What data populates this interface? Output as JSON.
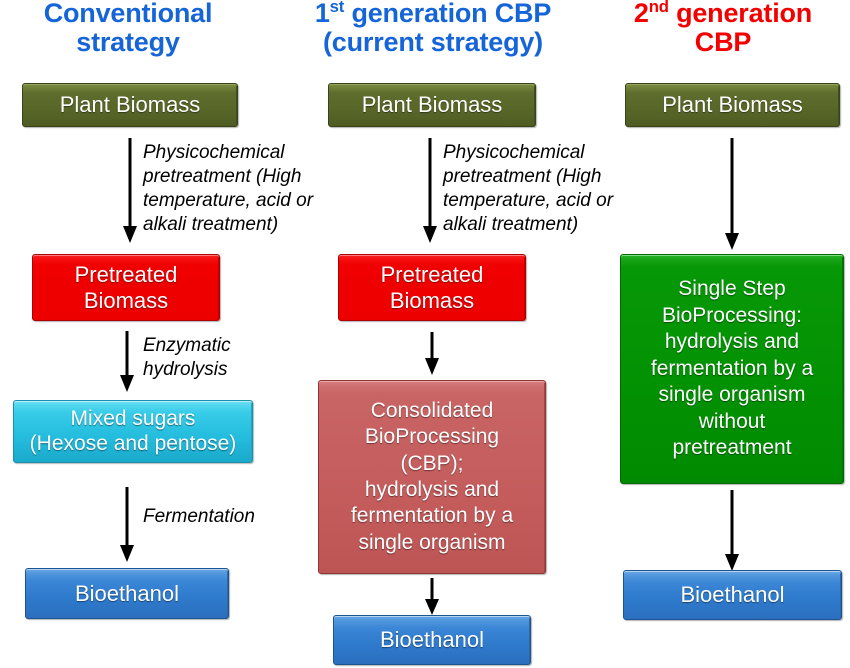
{
  "columns": [
    {
      "id": "conventional",
      "title_line1": "Conventional",
      "title_line2": "strategy",
      "title_color": "#1565d8",
      "steps": [
        {
          "name": "plant-biomass",
          "label": "Plant Biomass",
          "color": "#586728"
        },
        {
          "name": "pretreated-biomass",
          "label_line1": "Pretreated",
          "label_line2": "Biomass",
          "color": "#ed0000"
        },
        {
          "name": "mixed-sugars",
          "label_line1": "Mixed sugars",
          "label_line2": "(Hexose and pentose)",
          "color": "#24bcdd"
        },
        {
          "name": "bioethanol",
          "label": "Bioethanol",
          "color": "#2f7bcd"
        }
      ],
      "arrow_labels": [
        "Physicochemical\npretreatment (High\ntemperature, acid or\nalkali treatment)",
        "Enzymatic\nhydrolysis",
        "Fermentation"
      ]
    },
    {
      "id": "first-generation-cbp",
      "title_main": "1",
      "title_sup": "st",
      "title_rest": " generation CBP",
      "title_line2": "(current strategy)",
      "title_color": "#1565d8",
      "steps": [
        {
          "name": "plant-biomass",
          "label": "Plant Biomass",
          "color": "#586728"
        },
        {
          "name": "pretreated-biomass",
          "label_line1": "Pretreated",
          "label_line2": "Biomass",
          "color": "#ed0000"
        },
        {
          "name": "consolidated-bioprocessing",
          "lines": [
            "Consolidated",
            "BioProcessing",
            "(CBP);",
            "hydrolysis and",
            "fermentation by a",
            "single organism"
          ],
          "color": "#c45c5c"
        },
        {
          "name": "bioethanol",
          "label": "Bioethanol",
          "color": "#2f7bcd"
        }
      ],
      "arrow_labels": [
        "Physicochemical\npretreatment (High\ntemperature, acid or\nalkali treatment)",
        "",
        ""
      ]
    },
    {
      "id": "second-generation-cbp",
      "title_main": "2",
      "title_sup": "nd",
      "title_rest": " generation",
      "title_line2": "CBP",
      "title_color": "#f40000",
      "steps": [
        {
          "name": "plant-biomass",
          "label": "Plant Biomass",
          "color": "#586728"
        },
        {
          "name": "single-step-bioprocessing",
          "lines": [
            "Single Step",
            "BioProcessing:",
            "hydrolysis and",
            "fermentation by a",
            "single organism",
            "without",
            "pretreatment"
          ],
          "color": "#029102"
        },
        {
          "name": "bioethanol",
          "label": "Bioethanol",
          "color": "#2f7bcd"
        }
      ],
      "arrow_labels": [
        "",
        ""
      ]
    }
  ],
  "diagram": {
    "type": "flowchart",
    "background": "#ffffff",
    "arrow_color": "#000000"
  }
}
